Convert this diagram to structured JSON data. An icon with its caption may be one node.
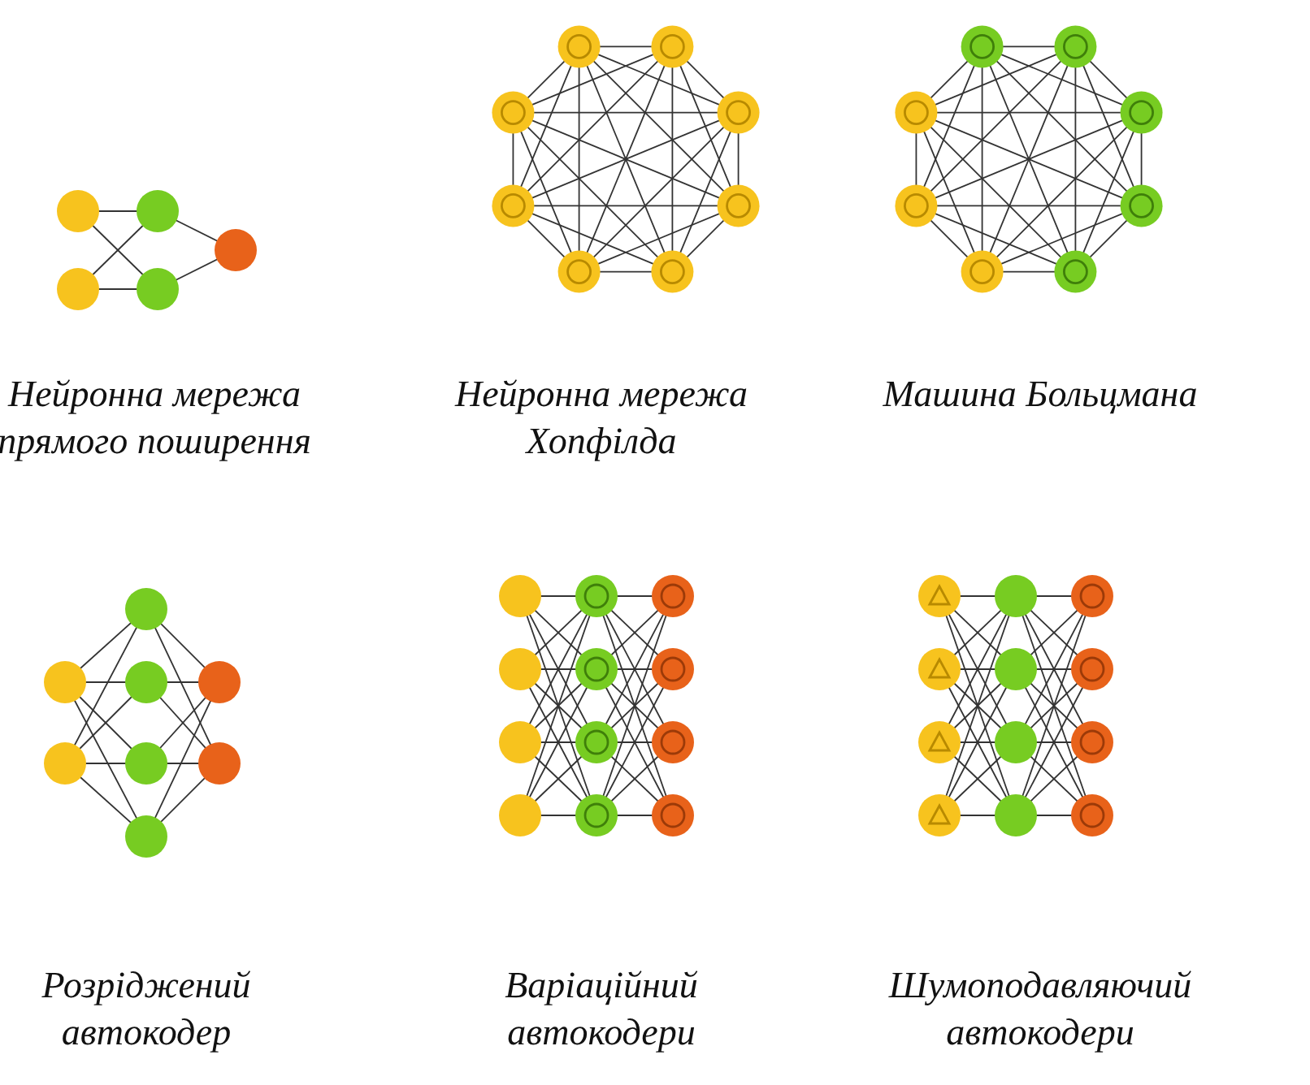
{
  "diagram": {
    "labels": [
      "Нейронна мережа прямого поширення",
      "Нейронна мережа Хопфілда",
      "Машина Больцмана",
      "Розріджений автокодер",
      "Варіаційний автокодери",
      "Шумоподавляючий автокодери"
    ]
  }
}
